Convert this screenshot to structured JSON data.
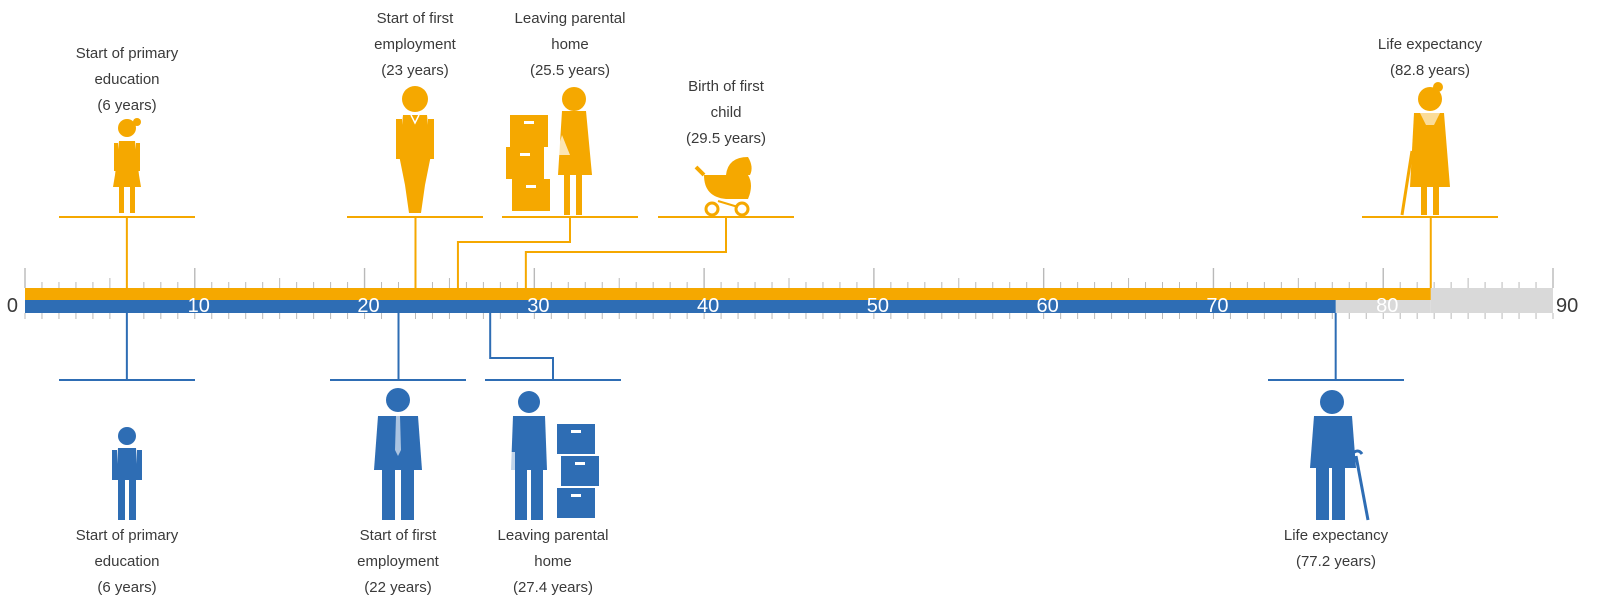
{
  "axis": {
    "min": 0,
    "max": 90,
    "ticks": [
      0,
      10,
      20,
      30,
      40,
      50,
      60,
      70,
      80,
      90
    ]
  },
  "colors": {
    "women": "#f5a800",
    "men": "#2e6db4",
    "remainder": "#d9d9d9",
    "text": "#3a3a3a"
  },
  "chart_data": {
    "type": "timeline",
    "xlim": [
      0,
      90
    ],
    "series": [
      {
        "key": "women",
        "color": "#f5a800",
        "end": 82.8
      },
      {
        "key": "men",
        "color": "#2e6db4",
        "end": 77.2
      }
    ]
  },
  "women_events": [
    {
      "id": "primary",
      "age": 6,
      "icon": "girl-icon",
      "lines": [
        "Start of primary",
        "education",
        "(6 years)"
      ]
    },
    {
      "id": "employment",
      "age": 23,
      "icon": "woman-worker-icon",
      "lines": [
        "Start of first",
        "employment",
        "(23 years)"
      ]
    },
    {
      "id": "leaving-home",
      "age": 25.5,
      "icon": "woman-moving-boxes-icon",
      "lines": [
        "Leaving parental",
        "home",
        "(25.5 years)"
      ]
    },
    {
      "id": "first-child",
      "age": 29.5,
      "icon": "baby-stroller-icon",
      "lines": [
        "Birth of first",
        "child",
        "(29.5 years)"
      ]
    },
    {
      "id": "life-expectancy",
      "age": 82.8,
      "icon": "elderly-woman-icon",
      "lines": [
        "Life expectancy",
        "(82.8 years)"
      ]
    }
  ],
  "men_events": [
    {
      "id": "primary",
      "age": 6,
      "icon": "boy-icon",
      "lines": [
        "Start of primary",
        "education",
        "(6 years)"
      ]
    },
    {
      "id": "employment",
      "age": 22,
      "icon": "man-worker-icon",
      "lines": [
        "Start of first",
        "employment",
        "(22 years)"
      ]
    },
    {
      "id": "leaving-home",
      "age": 27.4,
      "icon": "man-moving-boxes-icon",
      "lines": [
        "Leaving parental",
        "home",
        "(27.4 years)"
      ]
    },
    {
      "id": "life-expectancy",
      "age": 77.2,
      "icon": "elderly-man-icon",
      "lines": [
        "Life expectancy",
        "(77.2 years)"
      ]
    }
  ]
}
